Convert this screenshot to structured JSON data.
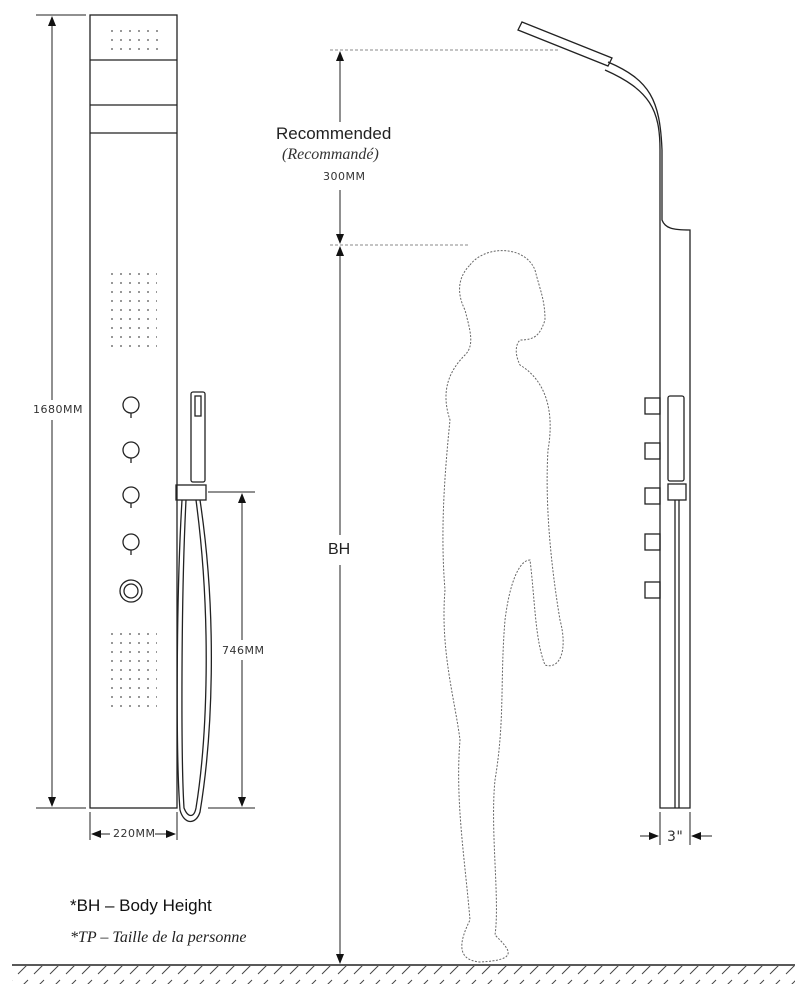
{
  "dimensions": {
    "total_height": "1680MM",
    "hand_shower_height": "746MM",
    "panel_width": "220MM",
    "recommended_gap": "300MM",
    "panel_depth": "3\""
  },
  "labels": {
    "recommended": "Recommended",
    "recommended_fr": "(Recommandé)",
    "body_height": "BH"
  },
  "footnotes": {
    "bh": "*BH – Body Height",
    "tp": "*TP – Taille de la personne"
  },
  "colors": {
    "line": "#222222",
    "text": "#222222"
  }
}
